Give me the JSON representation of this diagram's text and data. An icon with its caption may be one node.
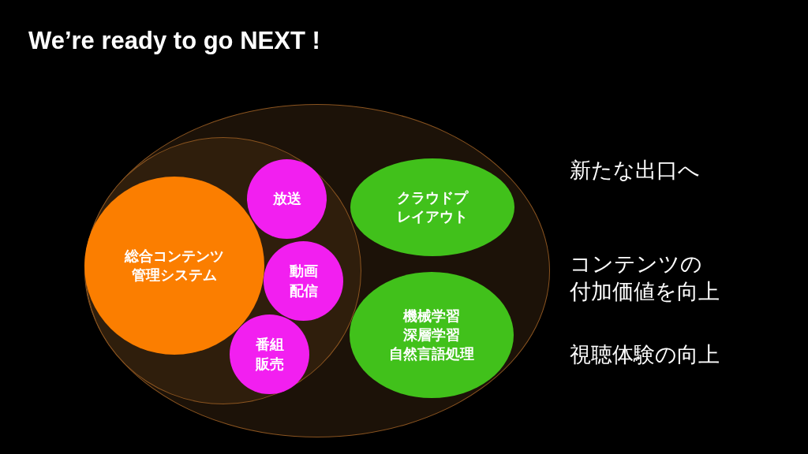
{
  "diagram": {
    "title": "We’re ready to go NEXT !",
    "nodes": [
      {
        "text": [],
        "shape": "circle"
      },
      {
        "text": [],
        "shape": "circle",
        "in": 0
      },
      {
        "text": [
          "総合コンテンツ管理システム"
        ],
        "in": 1
      },
      {
        "text": [
          "放送"
        ],
        "in": 1
      },
      {
        "text": [
          "動画配信"
        ],
        "in": 1
      },
      {
        "text": [
          "番組販売"
        ],
        "in": 1
      },
      {
        "text": [
          "クラウドプレイアウト"
        ],
        "in": 0
      },
      {
        "text": [
          "機械学習",
          "深層学習",
          "自然言語処理"
        ],
        "in": 0
      }
    ],
    "edges": [],
    "labels": [
      "新たな出口へ",
      "コンテンツの",
      "付加価値を向上",
      "視聴体験の向上"
    ]
  }
}
